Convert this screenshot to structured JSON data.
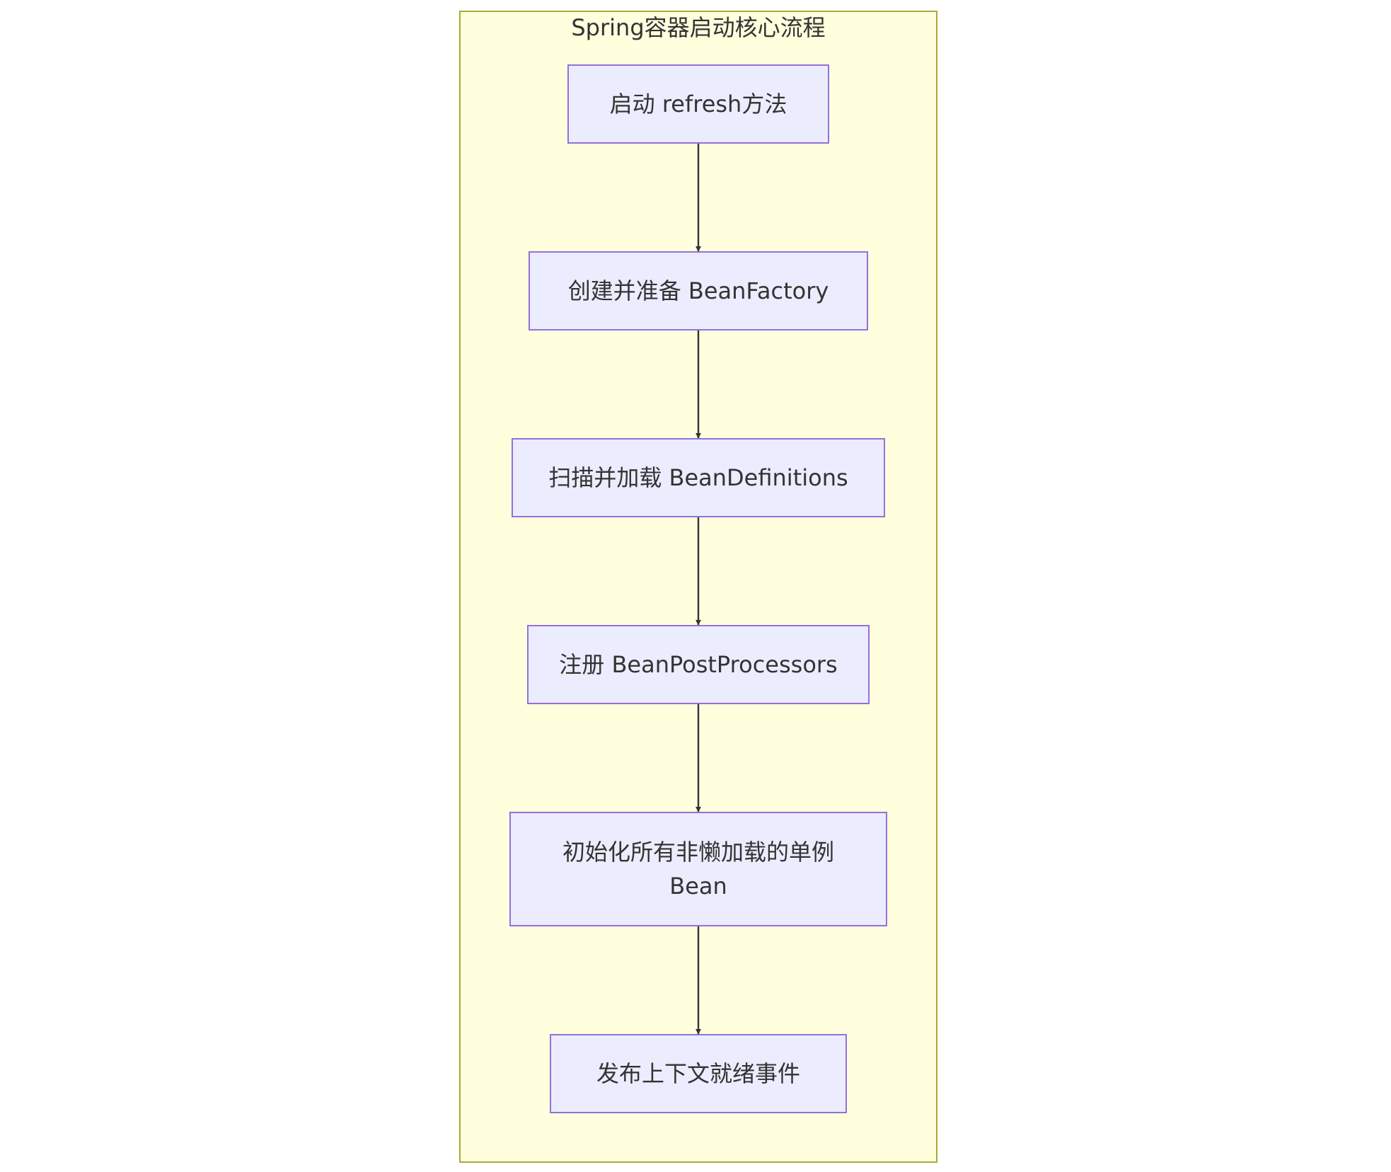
{
  "cluster": {
    "title": "Spring容器启动核心流程"
  },
  "steps": [
    {
      "id": "start",
      "label": "启动 refresh方法"
    },
    {
      "id": "bean-factory",
      "label": "创建并准备 BeanFactory"
    },
    {
      "id": "bean-definitions",
      "label": "扫描并加载 BeanDefinitions"
    },
    {
      "id": "post-processors",
      "label": "注册 BeanPostProcessors"
    },
    {
      "id": "singletons",
      "label": "初始化所有非懒加载的单例 Bean",
      "label_lines": [
        "初始化所有非懒加载的单例",
        "Bean"
      ]
    },
    {
      "id": "context-ready",
      "label": "发布上下文就绪事件"
    }
  ],
  "edges": [
    {
      "from": "start",
      "to": "bean-factory"
    },
    {
      "from": "bean-factory",
      "to": "bean-definitions"
    },
    {
      "from": "bean-definitions",
      "to": "post-processors"
    },
    {
      "from": "post-processors",
      "to": "singletons"
    },
    {
      "from": "singletons",
      "to": "context-ready"
    }
  ],
  "colors": {
    "cluster_fill": "#ffffde",
    "cluster_stroke": "#aaaa33",
    "node_fill": "#ececff",
    "node_stroke": "#9370db",
    "edge": "#333333",
    "text": "#333333"
  }
}
